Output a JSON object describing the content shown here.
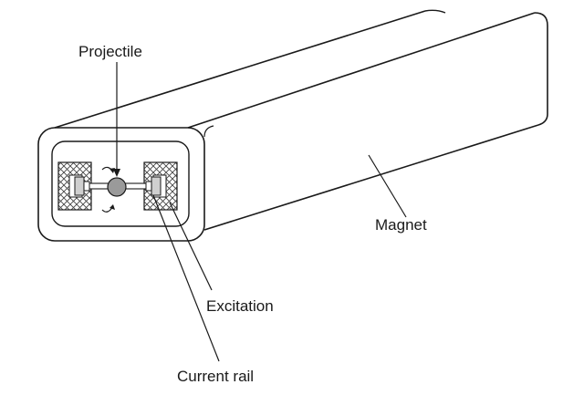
{
  "diagram": {
    "labels": {
      "projectile": "Projectile",
      "magnet": "Magnet",
      "excitation": "Excitation",
      "current_rail": "Current rail"
    },
    "colors": {
      "line": "#1a1a1a",
      "hatch": "#444444",
      "projectile_fill": "#9a9a9a",
      "background": "#ffffff"
    }
  }
}
